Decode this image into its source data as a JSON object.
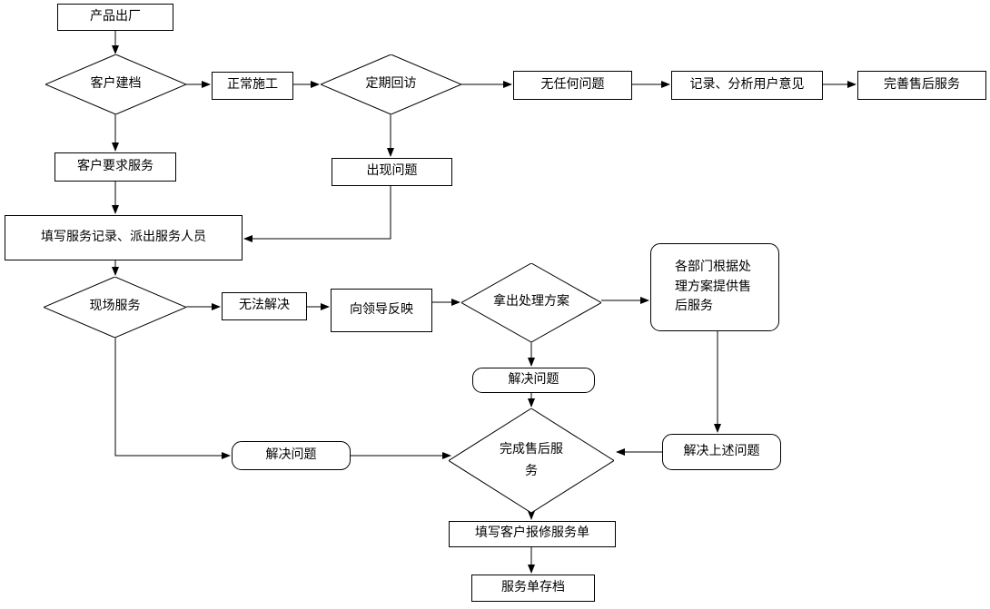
{
  "diagram": {
    "type": "flowchart",
    "background_color": "#ffffff",
    "line_color": "#000000",
    "node_fill_color": "#ffffff",
    "nodes": {
      "product_shipment": {
        "label": "产品出厂",
        "shape": "rect"
      },
      "customer_filing": {
        "label": "客户建档",
        "shape": "diamond"
      },
      "normal_construction": {
        "label": "正常施工",
        "shape": "rect"
      },
      "regular_visit": {
        "label": "定期回访",
        "shape": "diamond"
      },
      "no_problem": {
        "label": "无任何问题",
        "shape": "rect"
      },
      "record_analyze": {
        "label": "记录、分析用户意见",
        "shape": "rect"
      },
      "improve_service": {
        "label": "完善售后服务",
        "shape": "rect"
      },
      "customer_request": {
        "label": "客户要求服务",
        "shape": "rect"
      },
      "fill_record_dispatch": {
        "label": "填写服务记录、派出服务人员",
        "shape": "rect"
      },
      "problem_appears": {
        "label": "出现问题",
        "shape": "rect"
      },
      "onsite_service": {
        "label": "现场服务",
        "shape": "diamond"
      },
      "cannot_solve": {
        "label": "无法解决",
        "shape": "rect"
      },
      "report_leader": {
        "label": "向领导反映",
        "shape": "rect"
      },
      "propose_plan": {
        "label": "拿出处理方案",
        "shape": "diamond"
      },
      "departments_provide": {
        "label": "各部门根据处理方案提供售后服务",
        "shape": "rounded"
      },
      "solve_problem_mid": {
        "label": "解决问题",
        "shape": "rounded"
      },
      "complete_service": {
        "label": "完成售后服务",
        "shape": "diamond"
      },
      "solve_problem_left": {
        "label": "解决问题",
        "shape": "rounded"
      },
      "solve_above": {
        "label": "解决上述问题",
        "shape": "rounded"
      },
      "fill_repair_form": {
        "label": "填写客户报修服务单",
        "shape": "rect"
      },
      "archive_form": {
        "label": "服务单存档",
        "shape": "rect"
      }
    },
    "edges": [
      {
        "from": "product_shipment",
        "to": "customer_filing"
      },
      {
        "from": "customer_filing",
        "to": "normal_construction"
      },
      {
        "from": "normal_construction",
        "to": "regular_visit"
      },
      {
        "from": "regular_visit",
        "to": "no_problem"
      },
      {
        "from": "no_problem",
        "to": "record_analyze"
      },
      {
        "from": "record_analyze",
        "to": "improve_service"
      },
      {
        "from": "customer_filing",
        "to": "customer_request"
      },
      {
        "from": "customer_request",
        "to": "fill_record_dispatch"
      },
      {
        "from": "regular_visit",
        "to": "problem_appears"
      },
      {
        "from": "problem_appears",
        "to": "fill_record_dispatch"
      },
      {
        "from": "fill_record_dispatch",
        "to": "onsite_service"
      },
      {
        "from": "onsite_service",
        "to": "cannot_solve"
      },
      {
        "from": "cannot_solve",
        "to": "report_leader"
      },
      {
        "from": "report_leader",
        "to": "propose_plan"
      },
      {
        "from": "propose_plan",
        "to": "departments_provide"
      },
      {
        "from": "propose_plan",
        "to": "solve_problem_mid"
      },
      {
        "from": "solve_problem_mid",
        "to": "complete_service"
      },
      {
        "from": "departments_provide",
        "to": "solve_above"
      },
      {
        "from": "solve_above",
        "to": "complete_service"
      },
      {
        "from": "onsite_service",
        "to": "solve_problem_left"
      },
      {
        "from": "solve_problem_left",
        "to": "complete_service"
      },
      {
        "from": "complete_service",
        "to": "fill_repair_form"
      },
      {
        "from": "fill_repair_form",
        "to": "archive_form"
      }
    ]
  }
}
